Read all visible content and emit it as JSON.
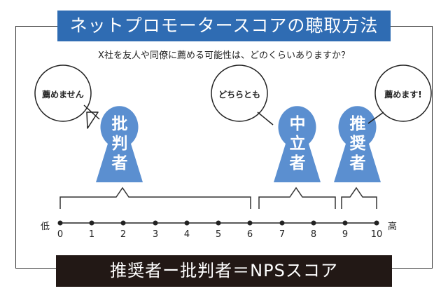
{
  "title": "ネットプロモータースコアの聴取方法",
  "question": "X社を友人や同僚に薦める可能性は、どのくらいありますか？",
  "formula": "推奨者ー批判者＝NPSスコア",
  "scale": {
    "low": "低",
    "high": "高",
    "ticks": [
      "0",
      "1",
      "2",
      "3",
      "4",
      "5",
      "6",
      "7",
      "8",
      "9",
      "10"
    ]
  },
  "groups": [
    {
      "label_lines": [
        "批",
        "判",
        "者"
      ],
      "bubble": "薦めません",
      "from": 0,
      "to": 6
    },
    {
      "label_lines": [
        "中",
        "立",
        "者"
      ],
      "bubble": "どちらとも",
      "from": 7,
      "to": 8
    },
    {
      "label_lines": [
        "推",
        "奨",
        "者"
      ],
      "bubble": "薦めます!",
      "from": 9,
      "to": 10
    }
  ],
  "colors": {
    "title_bg": "#2f6cb3",
    "figure_fill": "#5b8fd0",
    "footer_bg": "#221815"
  }
}
